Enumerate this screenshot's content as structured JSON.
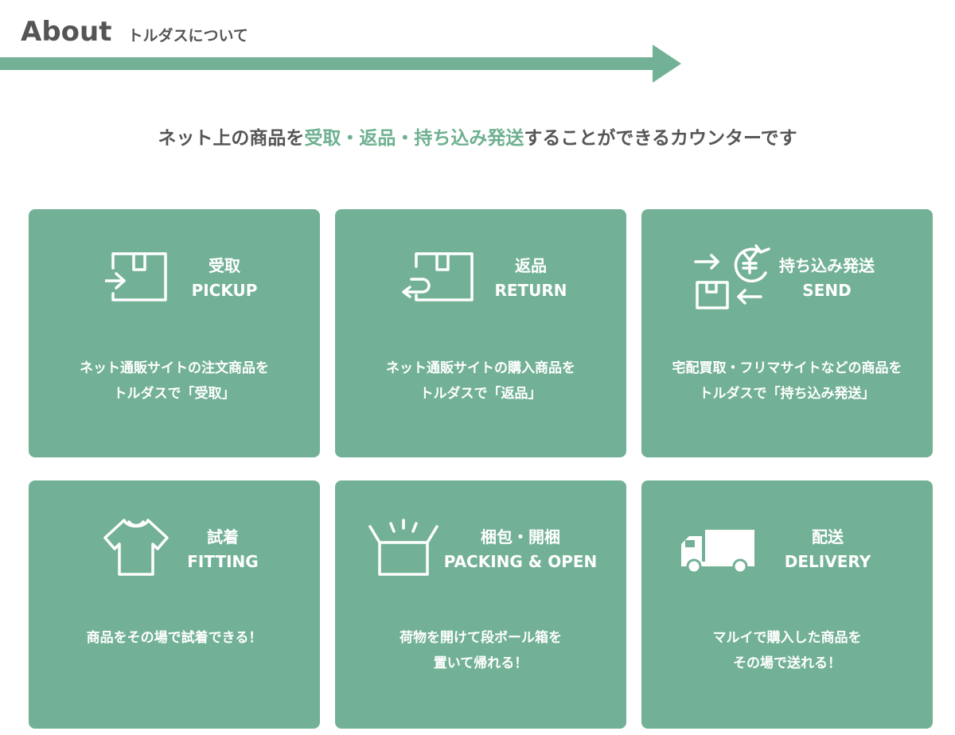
{
  "header": {
    "title": "About",
    "subtitle": "トルダスについて"
  },
  "tagline": {
    "before": "ネット上の商品を",
    "highlight": "受取・返品・持ち込み発送",
    "after": "することができるカウンターです"
  },
  "colors": {
    "accent": "#6eb08f",
    "card": "#72b196",
    "text": "#555555"
  },
  "services": [
    {
      "id": "pickup",
      "icon": "box-arrow-in-icon",
      "jp": "受取",
      "en": "PICKUP",
      "desc": [
        "ネット通販サイトの注文商品を",
        "トルダスで「受取」"
      ]
    },
    {
      "id": "return",
      "icon": "box-return-icon",
      "jp": "返品",
      "en": "RETURN",
      "desc": [
        "ネット通販サイトの購入商品を",
        "トルダスで「返品」"
      ]
    },
    {
      "id": "send",
      "icon": "yen-exchange-icon",
      "jp": "持ち込み発送",
      "en": "SEND",
      "desc": [
        "宅配買取・フリマサイトなどの商品を",
        "トルダスで「持ち込み発送」"
      ]
    },
    {
      "id": "fitting",
      "icon": "tshirt-icon",
      "jp": "試着",
      "en": "FITTING",
      "desc": [
        "商品をその場で試着できる！"
      ]
    },
    {
      "id": "packing",
      "icon": "open-box-icon",
      "jp": "梱包・開梱",
      "en": "PACKING & OPEN",
      "desc": [
        "荷物を開けて段ボール箱を",
        "置いて帰れる！"
      ]
    },
    {
      "id": "delivery",
      "icon": "truck-icon",
      "jp": "配送",
      "en": "DELIVERY",
      "desc": [
        "マルイで購入した商品を",
        "その場で送れる！"
      ]
    }
  ]
}
